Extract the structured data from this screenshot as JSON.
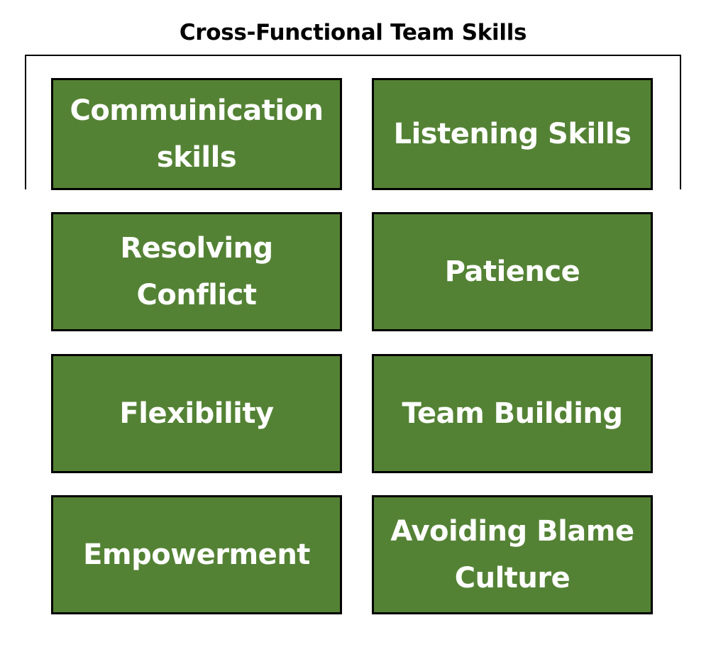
{
  "title": "Cross-Functional Team Skills",
  "colors": {
    "box_fill": "#548235",
    "box_border": "#000000",
    "box_text": "#ffffff",
    "title_text": "#000000"
  },
  "skills": [
    {
      "label": "Commuinication skills"
    },
    {
      "label": "Listening Skills"
    },
    {
      "label": "Resolving Conflict"
    },
    {
      "label": "Patience"
    },
    {
      "label": "Flexibility"
    },
    {
      "label": "Team Building"
    },
    {
      "label": "Empowerment"
    },
    {
      "label": "Avoiding Blame Culture"
    }
  ]
}
